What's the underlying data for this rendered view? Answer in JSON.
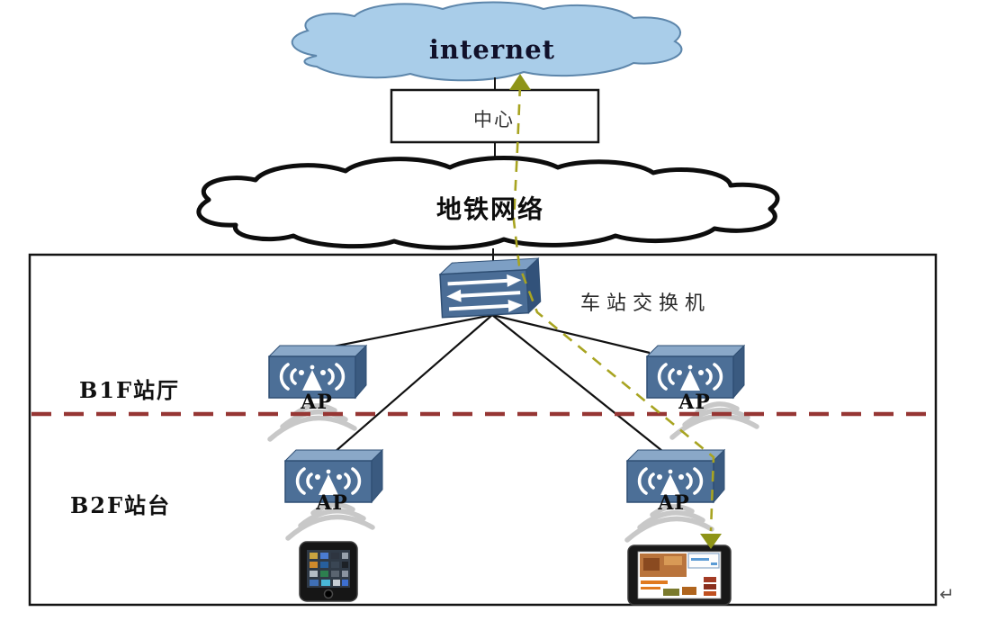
{
  "diagram": {
    "internet": {
      "label": "internet"
    },
    "center_node": {
      "label": "中心"
    },
    "metro_cloud": {
      "label": "地铁网络"
    },
    "station_switch": {
      "label": "车站交换机"
    },
    "access_point_label": "AP",
    "floors": [
      {
        "label": "B1F站厅"
      },
      {
        "label": "B2F站台"
      }
    ],
    "return_mark": "↵",
    "icons": [
      "internet-cloud",
      "metro-cloud",
      "switch",
      "access-point",
      "wifi-waves",
      "smartphone",
      "tablet",
      "flow-arrow"
    ],
    "colors": {
      "internet_cloud_fill": "#a9cde9",
      "device_blue_front": "#4c6f97",
      "device_blue_top": "#8aa8c8",
      "device_blue_side": "#3a5a80",
      "red_divider": "#963634",
      "flow_dash": "#a8a421",
      "flow_arrow": "#8e9417",
      "wifi_wave": "#c8c8c8",
      "connection_line": "#111111"
    }
  }
}
